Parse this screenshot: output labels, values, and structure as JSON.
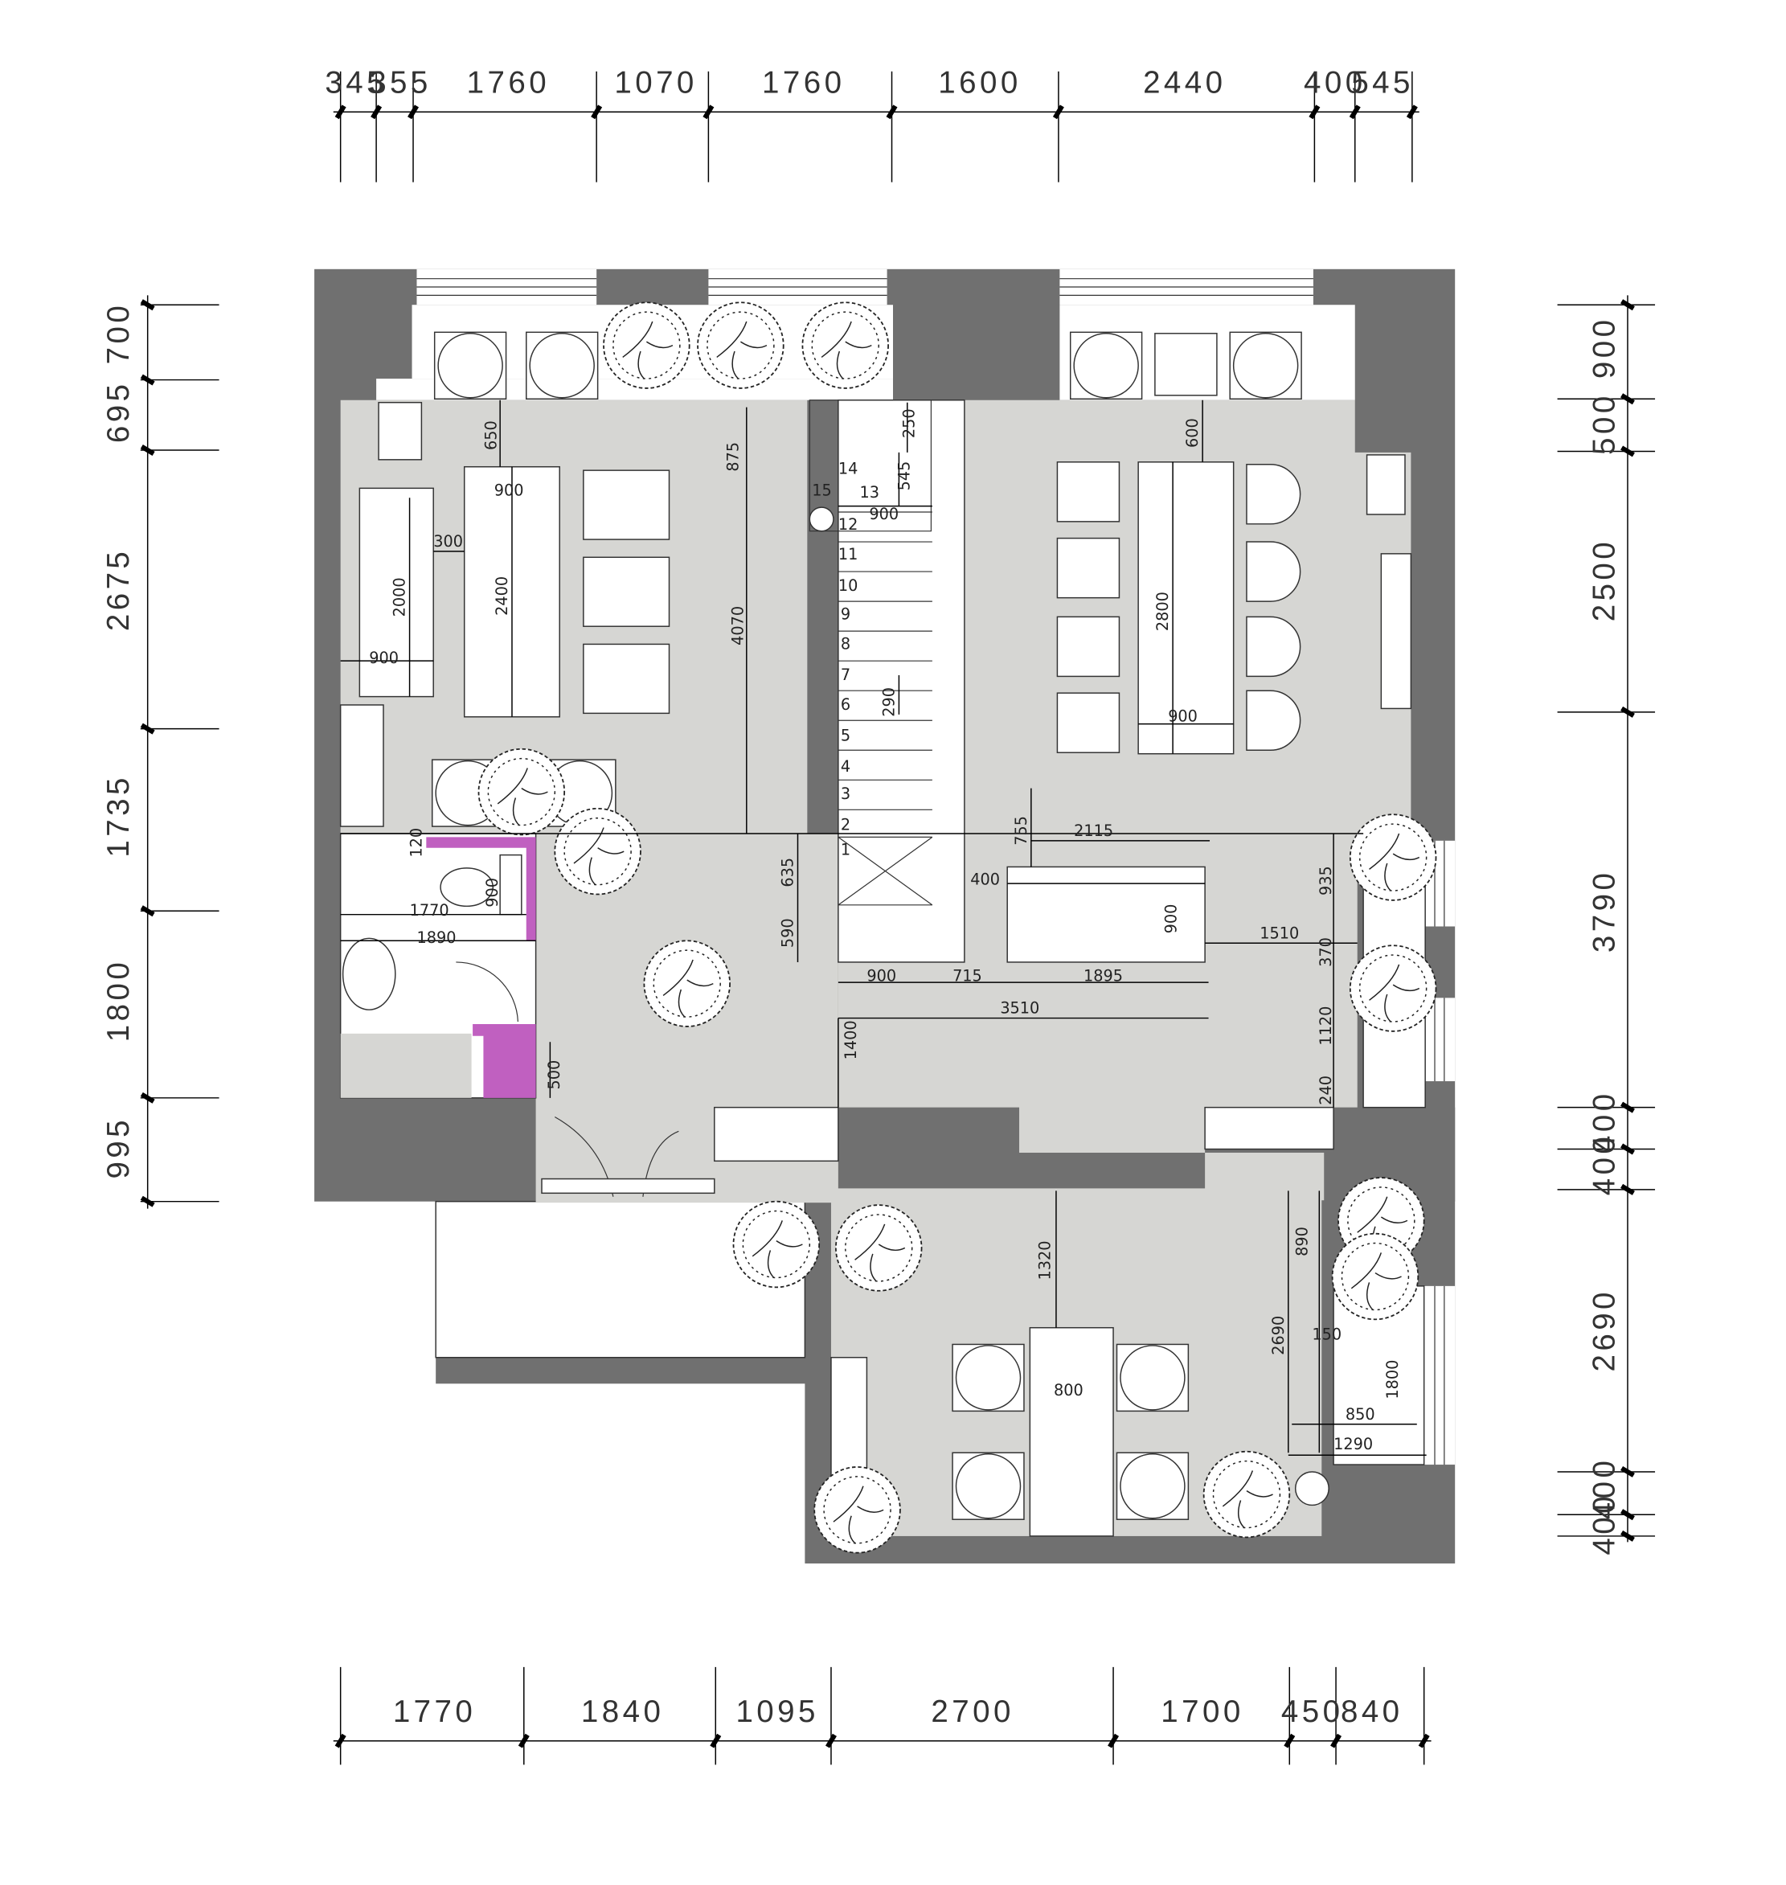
{
  "title": "Floor plan with dimensions",
  "dims_top": [
    "345",
    "355",
    "1760",
    "1070",
    "1760",
    "1600",
    "2440",
    "400",
    "545"
  ],
  "dims_bottom": [
    "1770",
    "1840",
    "1095",
    "2700",
    "1700",
    "450",
    "840"
  ],
  "dims_left": [
    "700",
    "695",
    "2675",
    "1735",
    "1800",
    "995"
  ],
  "dims_right": [
    "900",
    "500",
    "2500",
    "3790",
    "400",
    "400",
    "2690",
    "400",
    "400"
  ],
  "interior": {
    "d650": "650",
    "d900a": "900",
    "d300": "300",
    "d2000": "2000",
    "d2400": "2400",
    "d900b": "900",
    "d875": "875",
    "d4070": "4070",
    "d250": "250",
    "d545": "545",
    "d900c": "900",
    "d290": "290",
    "d2800": "2800",
    "d900d": "900",
    "d600": "600",
    "d755": "755",
    "d2115": "2115",
    "d400": "400",
    "d900e": "900",
    "d935": "935",
    "d1510": "1510",
    "d370": "370",
    "d1120": "1120",
    "d240": "240",
    "d120": "120",
    "d1770": "1770",
    "d1890": "1890",
    "d900f": "900",
    "d635": "635",
    "d590": "590",
    "d900g": "900",
    "d715": "715",
    "d1895": "1895",
    "d3510": "3510",
    "d1400": "1400",
    "d500": "500",
    "d1320": "1320",
    "d800": "800",
    "d890": "890",
    "d2690": "2690",
    "d150": "150",
    "d1800": "1800",
    "d850": "850",
    "d1290": "1290"
  },
  "stairs": [
    "1",
    "2",
    "3",
    "4",
    "5",
    "6",
    "7",
    "8",
    "9",
    "10",
    "11",
    "12",
    "13",
    "14",
    "15"
  ],
  "colors": {
    "wall": "#707070",
    "floor": "#d6d6d3",
    "partition": "#c060c0"
  }
}
